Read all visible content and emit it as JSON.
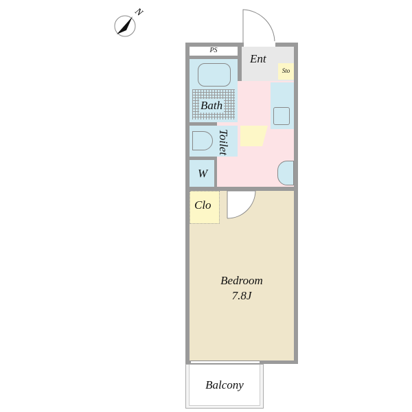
{
  "compass": {
    "label": "N"
  },
  "rooms": {
    "ps": "PS",
    "entrance": "Ent",
    "storage": "Sto",
    "bath": "Bath",
    "toilet": "Toilet",
    "washer": "W",
    "closet": "Clo",
    "bedroom": "Bedroom",
    "bedroom_size": "7.8J",
    "balcony": "Balcony"
  },
  "colors": {
    "wall": "#9a9a9a",
    "hall": "#fde3e6",
    "water": "#cfeaf2",
    "bedroom": "#efe6cb",
    "storage": "#fdf7c7",
    "entrance": "#e8e8e8"
  }
}
